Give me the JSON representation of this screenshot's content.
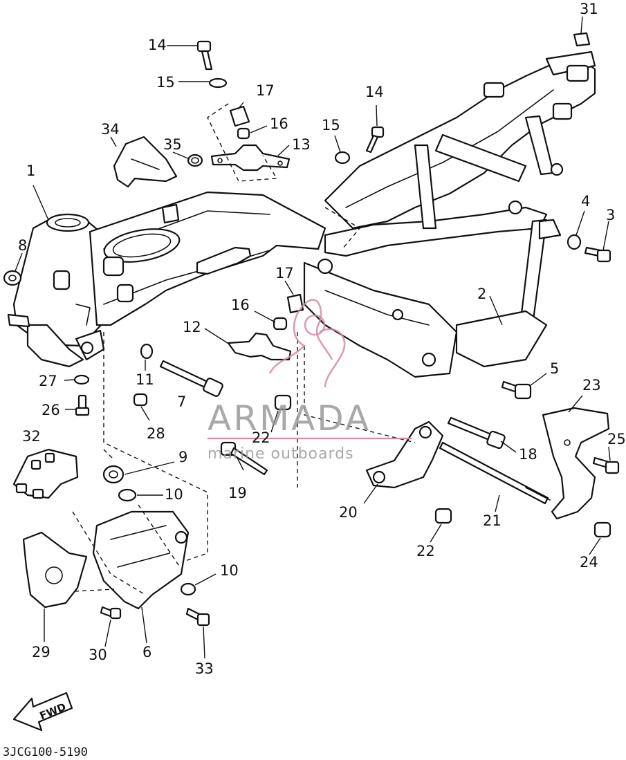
{
  "diagram_code": "3JCG100-5190",
  "direction_label": "FWD",
  "watermark": {
    "brand": "ARMADA",
    "tagline": "marine outboards"
  },
  "callouts": [
    {
      "id": "c31",
      "text": "31"
    },
    {
      "id": "c14a",
      "text": "14"
    },
    {
      "id": "c15a",
      "text": "15"
    },
    {
      "id": "c17a",
      "text": "17"
    },
    {
      "id": "c16a",
      "text": "16"
    },
    {
      "id": "c13",
      "text": "13"
    },
    {
      "id": "c34",
      "text": "34"
    },
    {
      "id": "c35",
      "text": "35"
    },
    {
      "id": "c14b",
      "text": "14"
    },
    {
      "id": "c15b",
      "text": "15"
    },
    {
      "id": "c1",
      "text": "1"
    },
    {
      "id": "c8",
      "text": "8"
    },
    {
      "id": "c4",
      "text": "4"
    },
    {
      "id": "c3",
      "text": "3"
    },
    {
      "id": "c17b",
      "text": "17"
    },
    {
      "id": "c16b",
      "text": "16"
    },
    {
      "id": "c12",
      "text": "12"
    },
    {
      "id": "c2",
      "text": "2"
    },
    {
      "id": "c11",
      "text": "11"
    },
    {
      "id": "c27",
      "text": "27"
    },
    {
      "id": "c5",
      "text": "5"
    },
    {
      "id": "c23",
      "text": "23"
    },
    {
      "id": "c7",
      "text": "7"
    },
    {
      "id": "c26",
      "text": "26"
    },
    {
      "id": "c28",
      "text": "28"
    },
    {
      "id": "c22a",
      "text": "22"
    },
    {
      "id": "c25",
      "text": "25"
    },
    {
      "id": "c32",
      "text": "32"
    },
    {
      "id": "c18",
      "text": "18"
    },
    {
      "id": "c9",
      "text": "9"
    },
    {
      "id": "c19",
      "text": "19"
    },
    {
      "id": "c10a",
      "text": "10"
    },
    {
      "id": "c20",
      "text": "20"
    },
    {
      "id": "c21",
      "text": "21"
    },
    {
      "id": "c22b",
      "text": "22"
    },
    {
      "id": "c24",
      "text": "24"
    },
    {
      "id": "c10b",
      "text": "10"
    },
    {
      "id": "c29",
      "text": "29"
    },
    {
      "id": "c30",
      "text": "30"
    },
    {
      "id": "c6",
      "text": "6"
    },
    {
      "id": "c33",
      "text": "33"
    }
  ]
}
